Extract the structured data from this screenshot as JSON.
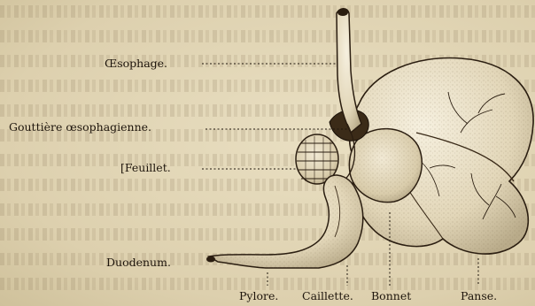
{
  "labels": {
    "oesophage": "Œsophage.",
    "gouttiere": "Gouttière œsophagienne.",
    "feuillet": "[Feuillet.",
    "duodenum": "Duodenum.",
    "pylore": "Pylore.",
    "caillette": "Caillette.",
    "bonnet": "Bonnet",
    "panse": "Panse."
  },
  "colors": {
    "paper": "#ddd0ae",
    "ink": "#1e150c",
    "organ_light": "#f3ecd9",
    "organ_shade": "#b9ab8a"
  }
}
